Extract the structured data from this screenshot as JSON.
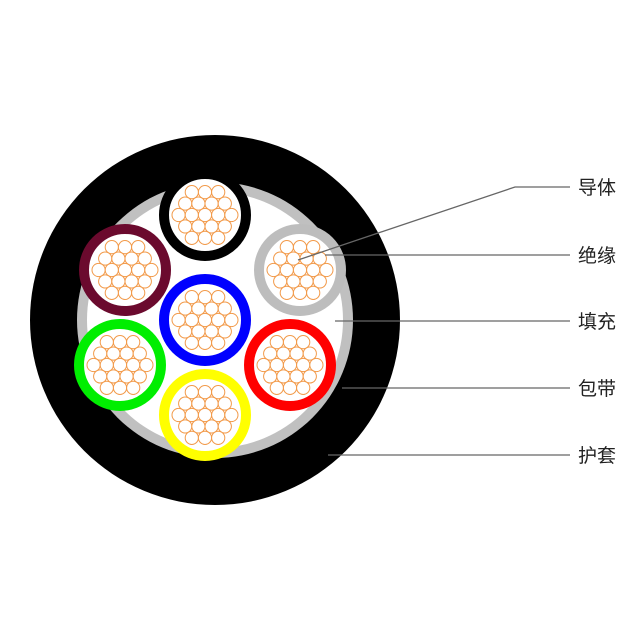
{
  "labels": {
    "conductor": "导体",
    "insulation": "绝缘",
    "filler": "填充",
    "wrapping_tape": "包带",
    "sheath": "护套"
  },
  "colors": {
    "sheath": "#000000",
    "tape": "#c0c0c0",
    "filler": "#ffffff",
    "strand": "#f29a4a",
    "leader_line": "#666666"
  },
  "cores": [
    {
      "name": "core-black",
      "color": "#000000"
    },
    {
      "name": "core-gray",
      "color": "#bdbdbd"
    },
    {
      "name": "core-maroon",
      "color": "#6b0a2e"
    },
    {
      "name": "core-blue",
      "color": "#0000ff"
    },
    {
      "name": "core-green",
      "color": "#00ee00"
    },
    {
      "name": "core-red",
      "color": "#ff0000"
    },
    {
      "name": "core-yellow",
      "color": "#ffff00"
    }
  ]
}
